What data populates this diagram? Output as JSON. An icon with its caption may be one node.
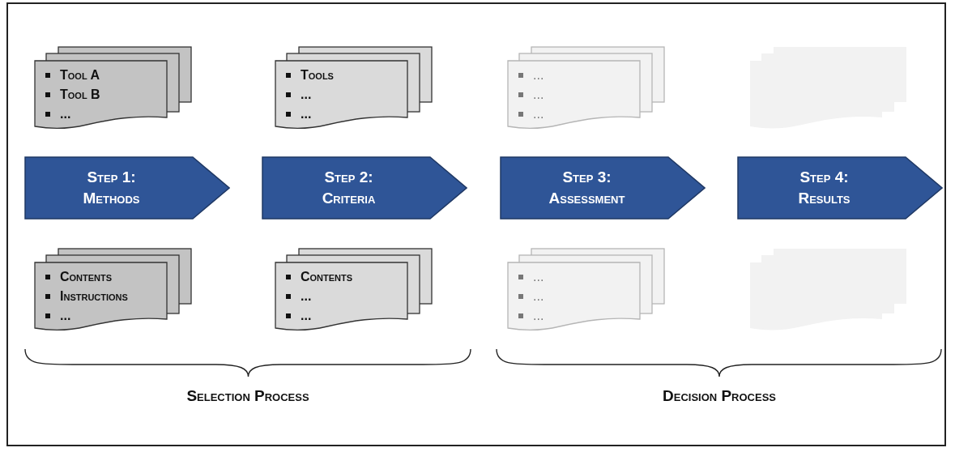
{
  "diagram": {
    "nodes": [
      {
        "text": [
          "Tool A",
          "Tool B",
          "..."
        ]
      },
      {
        "text": [
          "Tools",
          "...",
          "..."
        ]
      },
      {
        "text": [
          "...",
          "...",
          "..."
        ]
      },
      {
        "text": [],
        "shape": "document"
      },
      {
        "text": [
          "Step 1:",
          "Methods"
        ]
      },
      {
        "text": [
          "Step 2:",
          "Criteria"
        ]
      },
      {
        "text": [
          "Step 3:",
          "Assessment"
        ]
      },
      {
        "text": [
          "Step 4:",
          "Results"
        ]
      },
      {
        "text": [
          "Contents",
          "Instructions",
          "..."
        ]
      },
      {
        "text": [
          "Contents",
          "...",
          "..."
        ]
      },
      {
        "text": [
          "...",
          "...",
          "..."
        ]
      },
      {
        "text": [],
        "shape": "document"
      }
    ],
    "labels": [
      "Selection Process",
      "Decision Process"
    ]
  }
}
